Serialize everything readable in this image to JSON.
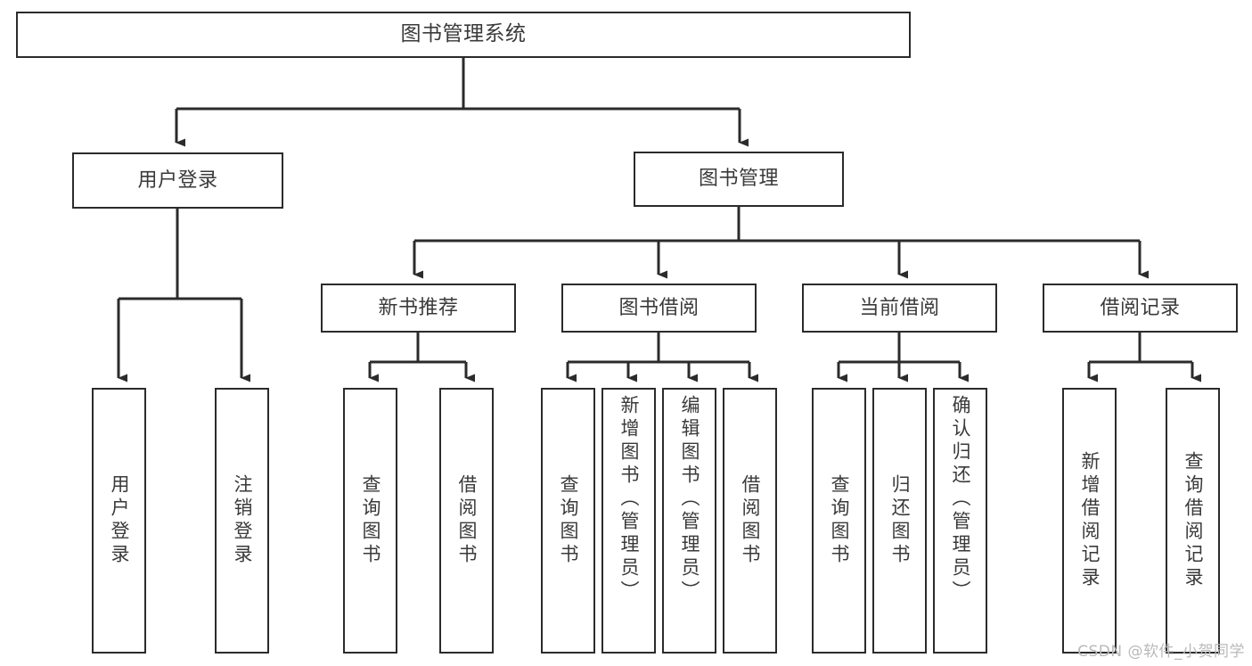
{
  "diagram": {
    "title": "图书管理系统",
    "type": "hierarchy-tree",
    "watermark": "CSDN @软件_小贺同学",
    "colors": {
      "box_border": "#2b2b2b",
      "box_fill": "#ffffff",
      "text": "#3a3a3a",
      "connector": "#2b2b2b",
      "watermark": "#b9b9b9"
    },
    "root": {
      "label": "图书管理系统"
    },
    "level1": [
      {
        "label": "用户登录"
      },
      {
        "label": "图书管理"
      }
    ],
    "level2": [
      {
        "label": "新书推荐"
      },
      {
        "label": "图书借阅"
      },
      {
        "label": "当前借阅"
      },
      {
        "label": "借阅记录"
      }
    ],
    "leaves": {
      "user_login": [
        {
          "label": "用户登录"
        },
        {
          "label": "注销登录"
        }
      ],
      "new_book_recommend": [
        {
          "label": "查询图书"
        },
        {
          "label": "借阅图书"
        }
      ],
      "book_borrow": [
        {
          "label": "查询图书"
        },
        {
          "label": "新增图书（管理员）"
        },
        {
          "label": "编辑图书（管理员）"
        },
        {
          "label": "借阅图书"
        }
      ],
      "current_borrow": [
        {
          "label": "查询图书"
        },
        {
          "label": "归还图书"
        },
        {
          "label": "确认归还（管理员）"
        }
      ],
      "borrow_record": [
        {
          "label": "新增借阅记录"
        },
        {
          "label": "查询借阅记录"
        }
      ]
    }
  }
}
